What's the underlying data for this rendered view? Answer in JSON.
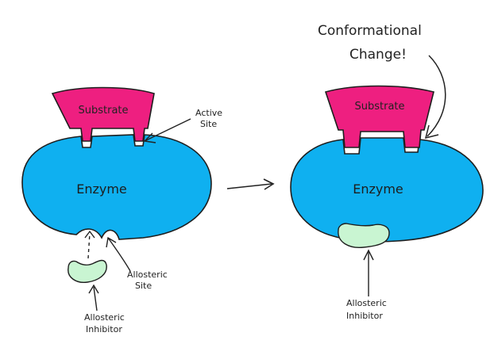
{
  "colors": {
    "substrate": "#ee1f80",
    "enzyme": "#0fb0f0",
    "inhibitor": "#c9f5d2",
    "outline": "#1e1e1e",
    "background": "#ffffff"
  },
  "before": {
    "substrate_label": "Substrate",
    "enzyme_label": "Enzyme",
    "active_site_label": [
      "Active",
      "Site"
    ],
    "allosteric_site_label": [
      "Allosteric",
      "Site"
    ],
    "inhibitor_label": [
      "Allosteric",
      "Inhibitor"
    ]
  },
  "after": {
    "substrate_label": "Substrate",
    "enzyme_label": "Enzyme",
    "conformational_label": [
      "Conformational",
      "Change!"
    ],
    "inhibitor_label": [
      "Allosteric",
      "Inhibitor"
    ]
  },
  "icons": {
    "transition": "right-arrow-icon"
  }
}
